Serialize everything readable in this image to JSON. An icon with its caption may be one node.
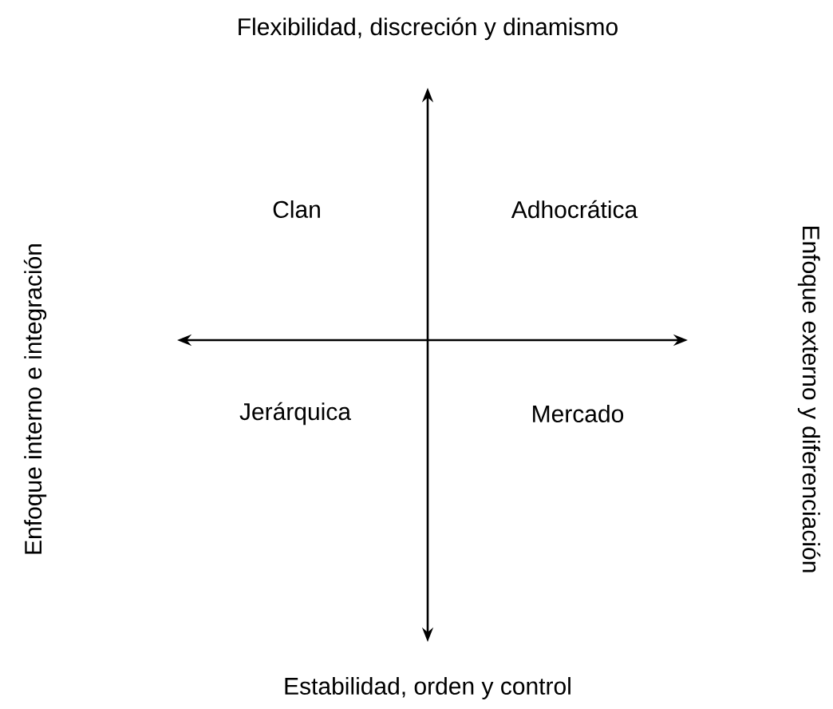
{
  "diagram": {
    "labels": [
      "Flexibilidad, discreción y dinamismo",
      "Enfoque interno e integración",
      "Clan",
      "Adhocrática",
      "Enfoque externo y diferenciación",
      "Jerárquica",
      "Mercado",
      "Estabilidad, orden y control"
    ]
  }
}
